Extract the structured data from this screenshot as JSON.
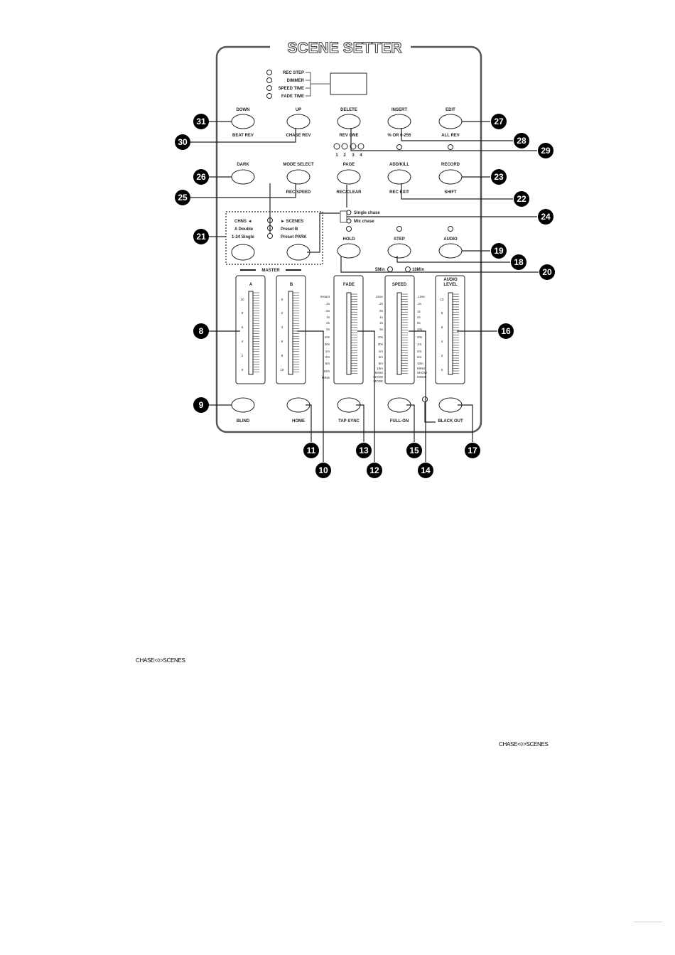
{
  "title": "SCENE SETTER",
  "status_labels": [
    "REC STEP",
    "DIMMER",
    "SPEED TIME",
    "FADE TIME"
  ],
  "top_buttons": [
    {
      "top": "DOWN",
      "bottom": "BEAT REV"
    },
    {
      "top": "UP",
      "bottom": "CHASE REV"
    },
    {
      "top": "DELETE",
      "bottom": "REV ONE"
    },
    {
      "top": "INSERT",
      "bottom": "% OR 0-255"
    },
    {
      "top": "EDIT",
      "bottom": "ALL REV"
    }
  ],
  "page_digits": [
    "1",
    "2",
    "3",
    "4"
  ],
  "mid_buttons": [
    {
      "top": "DARK",
      "bottom": ""
    },
    {
      "top": "MODE SELECT",
      "bottom": "REC SPEED"
    },
    {
      "top": "PAGE",
      "bottom": "REC/CLEAR"
    },
    {
      "top": "ADD/KILL",
      "bottom": "REC EXIT"
    },
    {
      "top": "RECORD",
      "bottom": "SHIFT"
    }
  ],
  "chase_modes": [
    "Single chase",
    "Mix chase"
  ],
  "mode_box": {
    "left": [
      "CHNS  ◄",
      "A  Double",
      "1-24  Single"
    ],
    "right": [
      "► SCENES",
      "Preset  B",
      "Preset  PARK"
    ]
  },
  "row3_buttons": [
    "HOLD",
    "STEP",
    "AUDIO"
  ],
  "time_range": [
    "5Min",
    "10Min"
  ],
  "master_label": "MASTER",
  "faders": [
    {
      "label": "A",
      "ticks": [
        "10",
        "8",
        "6",
        "4",
        "2",
        "0"
      ]
    },
    {
      "label": "B",
      "ticks": [
        "0",
        "2",
        "4",
        "6",
        "8",
        "10"
      ]
    },
    {
      "label": "FADE",
      "ticks": [
        "Instant",
        ".2s",
        ".5s",
        "1s",
        "2s",
        "5s",
        "10s",
        "30s",
        "1m",
        "2m",
        "5m",
        "10m",
        "MINS"
      ]
    },
    {
      "label": "SPEED",
      "ticks": [
        ".1Sec",
        ".2s",
        ".5s",
        "1s",
        "2s",
        "5s",
        "10s",
        "30s",
        "1m",
        "2m",
        "5m",
        "10m",
        "MINS",
        "SHOW",
        "MODE"
      ]
    },
    {
      "label": "AUDIO LEVEL",
      "ticks": [
        "10",
        "8",
        "6",
        "4",
        "2",
        "0"
      ]
    }
  ],
  "speed_right_ticks": [
    ".1Sec",
    ".2s",
    "1s",
    "2s",
    "5s",
    "10s",
    "20s",
    "1m",
    "2m",
    "5m",
    "10m",
    "MINS",
    "SHOW",
    "MODE"
  ],
  "bottom_buttons": [
    "BLIND",
    "HOME",
    "TAP SYNC",
    "FULL-ON",
    "BLACK OUT"
  ],
  "callouts": [
    "31",
    "30",
    "26",
    "25",
    "21",
    "8",
    "9",
    "11",
    "10",
    "13",
    "12",
    "15",
    "14",
    "17",
    "16",
    "20",
    "18",
    "19",
    "24",
    "22",
    "23",
    "29",
    "28",
    "27"
  ],
  "notes": [
    "CHASE<◊>SCENES",
    "CHASE<◊>SCENES"
  ]
}
